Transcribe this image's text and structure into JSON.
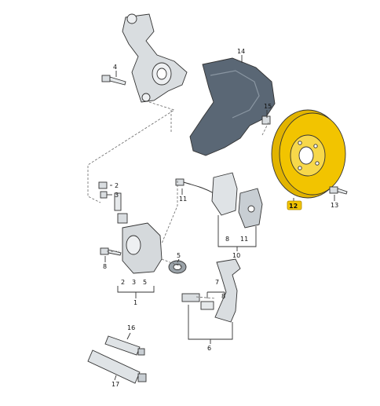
{
  "callouts": {
    "c1": "1",
    "c2": "2",
    "c3": "3",
    "c4": "4",
    "c5": "5",
    "c6": "6",
    "c7": "7",
    "c8": "8",
    "c10": "10",
    "c11": "11",
    "c12": "12",
    "c13": "13",
    "c14": "14",
    "c15": "15",
    "c16": "16",
    "c17": "17"
  },
  "highlight_color": "#f2c400",
  "part_color": "#cfd4d8",
  "shield_color": "#5a6775"
}
